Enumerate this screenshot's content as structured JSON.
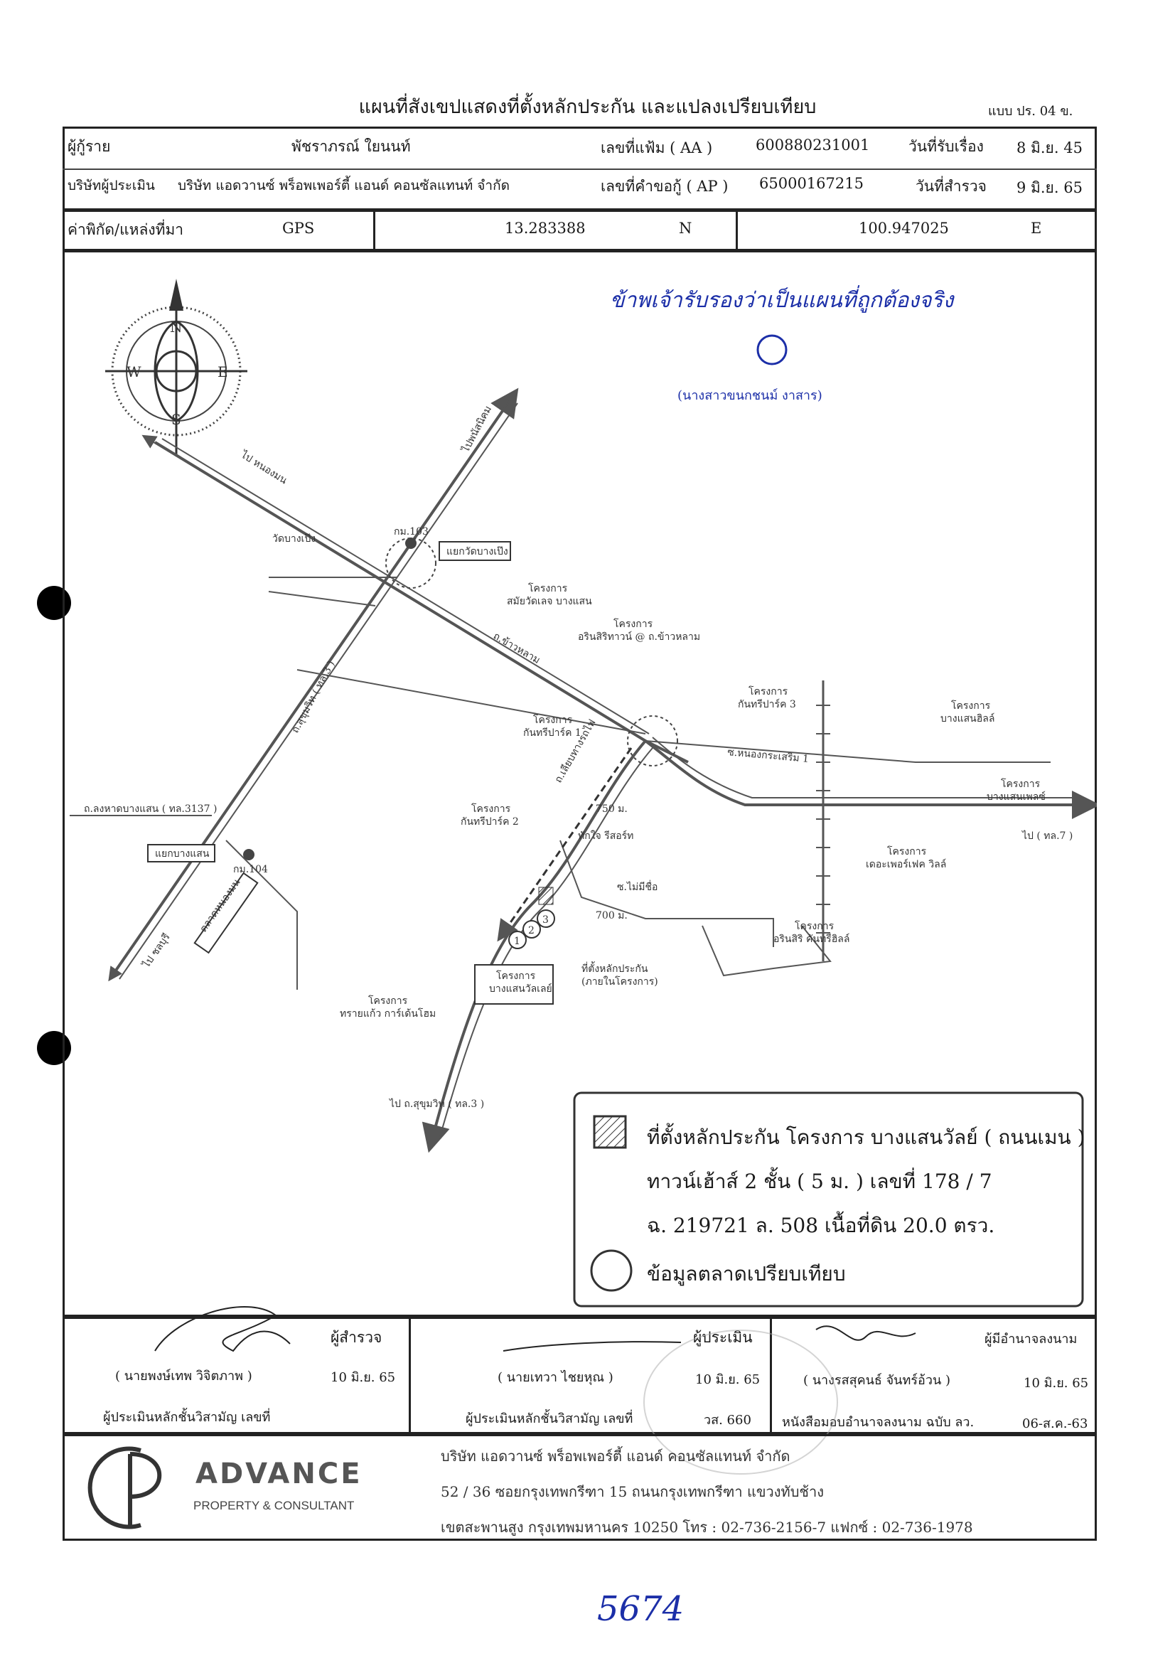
{
  "header": {
    "title": "แผนที่สังเขปแสดงที่ตั้งหลักประกัน และแปลงเปรียบเทียบ",
    "form_no": "แบบ ปร. 04 ข."
  },
  "info": {
    "borrower_label": "ผู้กู้ราย",
    "borrower_name": "พัชราภรณ์ ใยนนท์",
    "file_no_label": "เลขที่แฟ้ม ( AA )",
    "file_no": "600880231001",
    "received_label": "วันที่รับเรื่อง",
    "received_date": "8 มิ.ย. 45",
    "appraiser_label": "บริษัทผู้ประเมิน",
    "appraiser_name": "บริษัท แอดวานซ์ พร็อพเพอร์ตี้ แอนด์ คอนซัลแทนท์ จำกัด",
    "loan_no_label": "เลขที่คำขอกู้ ( AP )",
    "loan_no": "65000167215",
    "survey_label": "วันที่สำรวจ",
    "survey_date": "9 มิ.ย. 65",
    "coord_label": "ค่าพิกัด/แหล่งที่มา",
    "coord_source": "GPS",
    "lat": "13.283388",
    "lat_dir": "N",
    "lon": "100.947025",
    "lon_dir": "E"
  },
  "map": {
    "handwritten_note": "ข้าพเจ้ารับรองว่าเป็นแผนที่ถูกต้องจริง",
    "note_signer": "(นางสาวขนกชนม์ งาสาร)",
    "compass": {
      "n": "N",
      "s": "S",
      "e": "E",
      "w": "W"
    },
    "labels": {
      "to_nongmon": "ไป หนองมน",
      "to_phanatnikhom": "ไปพนัสนิคม",
      "km103": "กม.103",
      "bangpla_junction": "แยกวัดบางเป๊ง",
      "wat_bangpla": "วัดบางเป๊ง",
      "proj1": "โครงการ\nสมัยวัดเลจ บางแสน",
      "proj2": "โครงการ\nอรินสิริทาวน์ @ ถ.ข้าวหลาม",
      "road_khaolam": "ถ.ข้าวหลาม",
      "sukhumvit": "ถ.สุขุมวิท ( ทล.3 )",
      "proj_kanpark3": "โครงการ\nกันทรีปาร์ค 3",
      "proj_bangsaen_hills": "โครงการ\nบางแสนฮิลล์",
      "proj_kanpark1": "โครงการ\nกันทรีปาร์ค 1",
      "soi_nongkrasoem": "ซ.หนองกระเสริม 1",
      "proj_bangsaen_home": "โครงการ\nบางแสนเพลซ์",
      "to_tl7": "ไป ( ทล.7 )",
      "road_3137": "ถ.ลงหาดบางแสน ( ทล.3137 )",
      "junction_bangsaen": "แยกบางแสน",
      "km104": "กม.104",
      "proj_kanpark2": "โครงการ\nกันทรีปาร์ค 2",
      "dist750": "750 ม.",
      "tiger_resort": "ทักใจ รีสอร์ท",
      "proj_perfect": "โครงการ\nเดอะเพอร์เฟค วิลล์",
      "unnamed_soi": "ซ.ไม่มีชื่อ",
      "dist700": "700 ม.",
      "to_chonburi": "ไป ชลบุรี",
      "market": "ตลาดหนองมน",
      "proj_arinsiri": "โครงการ\nอรินสิริ คันทรีฮิลล์",
      "site": "ที่ตั้งหลักประกัน\n(ภายในโครงการ)",
      "proj_bangsaen_wan": "โครงการ\nบางแสนวัลเลย์",
      "proj_sai_kaew": "โครงการ\nทรายแก้ว การ์เด้นโฮม",
      "to_sukhumvit": "ไป ถ.สุขุมวิท ( ทล.3 )",
      "road_rim": "ถ.เลียบทางรถไฟ"
    }
  },
  "legend": {
    "line1": "ที่ตั้งหลักประกัน โครงการ บางแสนวัลย์ ( ถนนเมน )",
    "line2": "ทาวน์เฮ้าส์ 2 ชั้น ( 5 ม. ) เลขที่ 178 / 7",
    "line3": "ฉ. 219721 ล. 508 เนื้อที่ดิน 20.0 ตรว.",
    "line4": "ข้อมูลตลาดเปรียบเทียบ"
  },
  "signatures": {
    "surveyor_role": "ผู้สำรวจ",
    "surveyor_name": "( นายพงษ์เทพ วิจิตภาพ )",
    "surveyor_date": "10 มิ.ย. 65",
    "surveyor_license_label": "ผู้ประเมินหลักชั้นวิสามัญ เลขที่",
    "appraiser_role": "ผู้ประเมิน",
    "appraiser_name": "( นายเทวา ไชยหุณ )",
    "appraiser_date": "10 มิ.ย. 65",
    "appraiser_license_label": "ผู้ประเมินหลักชั้นวิสามัญ เลขที่",
    "appraiser_license_no": "วส. 660",
    "authorized_role": "ผู้มีอำนาจลงนาม",
    "authorized_name": "( นางรสสุคนธ์ จันทร์อ้วน )",
    "authorized_date": "10 มิ.ย. 65",
    "authorized_doc_label": "หนังสือมอบอำนาจลงนาม ฉบับ ลว.",
    "authorized_doc_date": "06-ส.ค.-63"
  },
  "footer": {
    "logo_text": "ADVANCE",
    "logo_sub": "PROPERTY & CONSULTANT",
    "company": "บริษัท แอดวานซ์ พร็อพเพอร์ตี้ แอนด์ คอนซัลแทนท์ จำกัด",
    "address1": "52 / 36 ซอยกรุงเทพกรีฑา 15 ถนนกรุงเทพกรีฑา แขวงทับช้าง",
    "address2": "เขตสะพานสูง กรุงเทพมหานคร 10250 โทร : 02-736-2156-7 แฟกซ์ : 02-736-1978"
  },
  "page_number": "5674",
  "colors": {
    "ink": "#1a1a1a",
    "handwriting_blue": "#1c2fa8",
    "road": "#555555"
  }
}
